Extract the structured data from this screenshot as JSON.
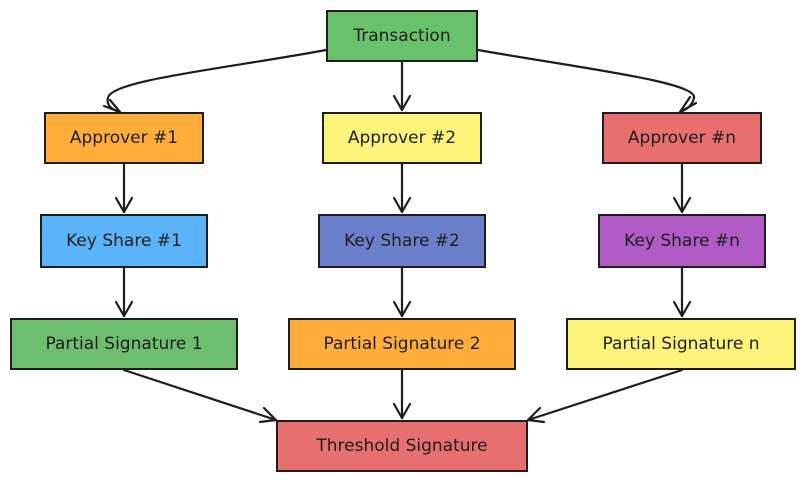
{
  "diagram": {
    "nodes": {
      "transaction": {
        "label": "Transaction",
        "color": "#69c26b"
      },
      "approver_1": {
        "label": "Approver #1",
        "color": "#ffad3a"
      },
      "approver_2": {
        "label": "Approver #2",
        "color": "#fdf27a"
      },
      "approver_n": {
        "label": "Approver #n",
        "color": "#e86f6f"
      },
      "key_share_1": {
        "label": "Key Share #1",
        "color": "#5ab2f7"
      },
      "key_share_2": {
        "label": "Key Share #2",
        "color": "#6b7fcb"
      },
      "key_share_n": {
        "label": "Key Share #n",
        "color": "#b05bc6"
      },
      "partial_signature_1": {
        "label": "Partial Signature 1",
        "color": "#6fbe6f"
      },
      "partial_signature_2": {
        "label": "Partial Signature 2",
        "color": "#ffad3a"
      },
      "partial_signature_n": {
        "label": "Partial Signature n",
        "color": "#fdf27a"
      },
      "threshold_signature": {
        "label": "Threshold Signature",
        "color": "#e86f6f"
      }
    },
    "edges": [
      [
        "transaction",
        "approver_1"
      ],
      [
        "transaction",
        "approver_2"
      ],
      [
        "transaction",
        "approver_n"
      ],
      [
        "approver_1",
        "key_share_1"
      ],
      [
        "approver_2",
        "key_share_2"
      ],
      [
        "approver_n",
        "key_share_n"
      ],
      [
        "key_share_1",
        "partial_signature_1"
      ],
      [
        "key_share_2",
        "partial_signature_2"
      ],
      [
        "key_share_n",
        "partial_signature_n"
      ],
      [
        "partial_signature_1",
        "threshold_signature"
      ],
      [
        "partial_signature_2",
        "threshold_signature"
      ],
      [
        "partial_signature_n",
        "threshold_signature"
      ]
    ]
  }
}
